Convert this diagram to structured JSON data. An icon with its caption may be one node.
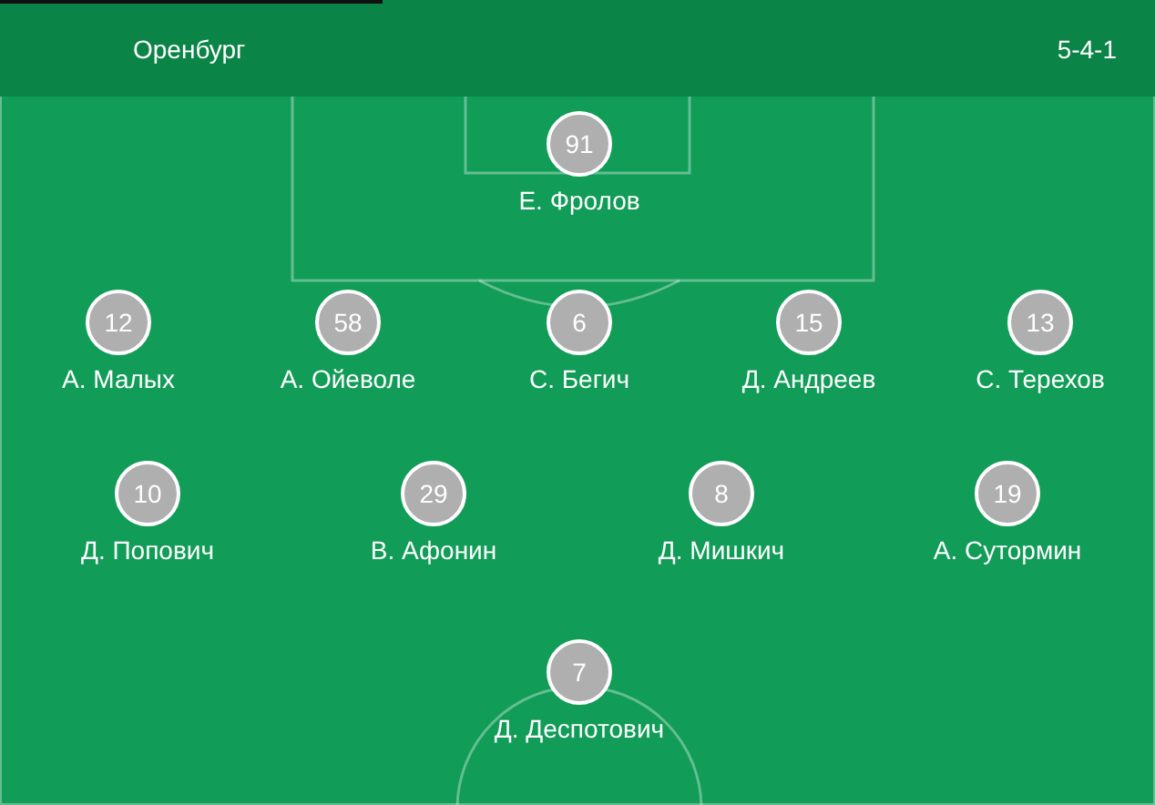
{
  "diagram": {
    "title": "Оренбург",
    "nodes": [
      {
        "text": [
          "91"
        ],
        "beside": [
          "Е. Фролов"
        ]
      },
      {
        "text": [
          "12"
        ],
        "beside": [
          "А. Малых"
        ]
      },
      {
        "text": [
          "58"
        ],
        "beside": [
          "А. Ойеволе"
        ]
      },
      {
        "text": [
          "6"
        ],
        "beside": [
          "С. Бегич"
        ]
      },
      {
        "text": [
          "15"
        ],
        "beside": [
          "Д. Андреев"
        ]
      },
      {
        "text": [
          "13"
        ],
        "beside": [
          "С. Терехов"
        ]
      },
      {
        "text": [
          "10"
        ],
        "beside": [
          "Д. Попович"
        ]
      },
      {
        "text": [
          "29"
        ],
        "beside": [
          "В. Афонин"
        ]
      },
      {
        "text": [
          "8"
        ],
        "beside": [
          "Д. Мишкич"
        ]
      },
      {
        "text": [
          "19"
        ],
        "beside": [
          "А. Сутормин"
        ]
      },
      {
        "text": [
          "7"
        ],
        "beside": [
          "Д. Деспотович"
        ]
      }
    ],
    "labels": [
      "5-4-1"
    ]
  }
}
